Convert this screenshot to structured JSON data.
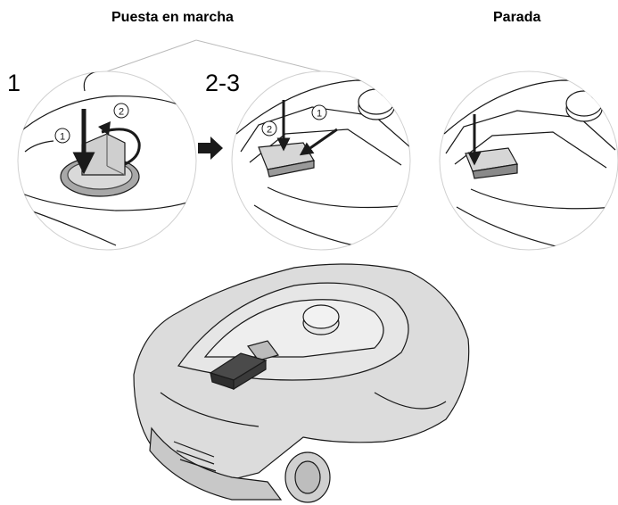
{
  "headings": {
    "start": "Puesta en marcha",
    "stop": "Parada"
  },
  "steps": {
    "first": "1",
    "second": "2-3"
  },
  "badges": {
    "one": "1",
    "two": "2"
  },
  "colors": {
    "line": "#1a1a1a",
    "button_light": "#d6d6d6",
    "button_dark": "#8a8a8a",
    "mower_body": "#dcdcdc",
    "mower_shadow": "#b4b4b4"
  },
  "icons": [
    "circled-number-1",
    "circled-number-2",
    "down-arrow",
    "rotate-arrow",
    "right-arrow"
  ]
}
